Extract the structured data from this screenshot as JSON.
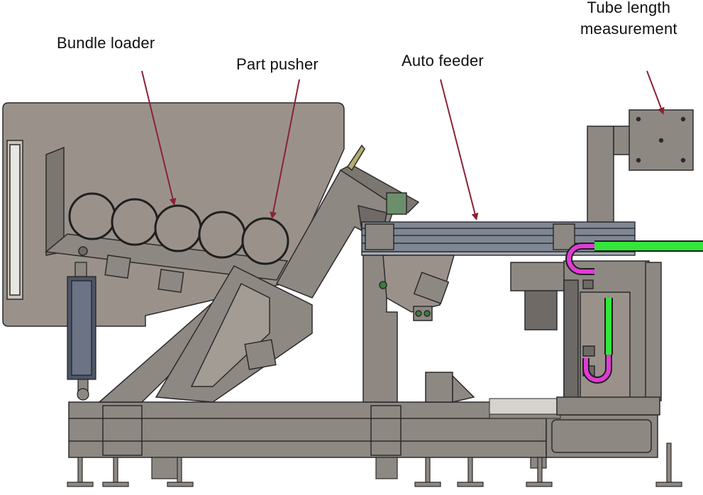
{
  "labels": {
    "bundle_loader": "Bundle loader",
    "part_pusher": "Part pusher",
    "auto_feeder": "Auto feeder",
    "tube_length_line1": "Tube length",
    "tube_length_line2": "measurement"
  },
  "colors": {
    "frame": "#8e8883",
    "frame_dark": "#6f6a66",
    "outline": "#2b2b2b",
    "hopper": "#9a928a",
    "arrow": "#8a2234",
    "tube_green": "#33e63a",
    "tube_magenta": "#e23ad6",
    "cylinder": "#4d5566",
    "background": "#ffffff"
  }
}
